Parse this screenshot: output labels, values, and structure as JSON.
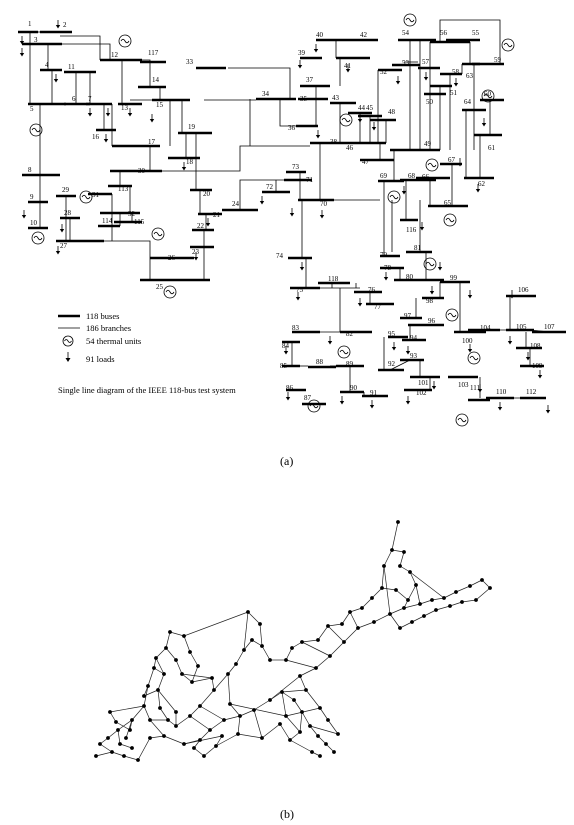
{
  "diagram": {
    "legend": {
      "buses": "118 buses",
      "branches": "186 branches",
      "thermal_units": "54 thermal units",
      "loads": "91 loads"
    },
    "title": "Single line diagram of the IEEE 118-bus test system",
    "caption_a": "(a)",
    "caption_b": "(b)",
    "bus_labels": [
      {
        "id": "1"
      },
      {
        "id": "2"
      },
      {
        "id": "3"
      },
      {
        "id": "4"
      },
      {
        "id": "5"
      },
      {
        "id": "6"
      },
      {
        "id": "7"
      },
      {
        "id": "8"
      },
      {
        "id": "9"
      },
      {
        "id": "10"
      },
      {
        "id": "11"
      },
      {
        "id": "12"
      },
      {
        "id": "13"
      },
      {
        "id": "14"
      },
      {
        "id": "15"
      },
      {
        "id": "16"
      },
      {
        "id": "17"
      },
      {
        "id": "18"
      },
      {
        "id": "19"
      },
      {
        "id": "20"
      },
      {
        "id": "21"
      },
      {
        "id": "22"
      },
      {
        "id": "23"
      },
      {
        "id": "24"
      },
      {
        "id": "25"
      },
      {
        "id": "26"
      },
      {
        "id": "27"
      },
      {
        "id": "28"
      },
      {
        "id": "29"
      },
      {
        "id": "30"
      },
      {
        "id": "31"
      },
      {
        "id": "32"
      },
      {
        "id": "33"
      },
      {
        "id": "34"
      },
      {
        "id": "35"
      },
      {
        "id": "36"
      },
      {
        "id": "37"
      },
      {
        "id": "38"
      },
      {
        "id": "39"
      },
      {
        "id": "40"
      },
      {
        "id": "41"
      },
      {
        "id": "42"
      },
      {
        "id": "43"
      },
      {
        "id": "44"
      },
      {
        "id": "45"
      },
      {
        "id": "46"
      },
      {
        "id": "47"
      },
      {
        "id": "48"
      },
      {
        "id": "49"
      },
      {
        "id": "50"
      },
      {
        "id": "51"
      },
      {
        "id": "52"
      },
      {
        "id": "53"
      },
      {
        "id": "54"
      },
      {
        "id": "55"
      },
      {
        "id": "56"
      },
      {
        "id": "57"
      },
      {
        "id": "58"
      },
      {
        "id": "59"
      },
      {
        "id": "60"
      },
      {
        "id": "61"
      },
      {
        "id": "62"
      },
      {
        "id": "63"
      },
      {
        "id": "64"
      },
      {
        "id": "65"
      },
      {
        "id": "66"
      },
      {
        "id": "67"
      },
      {
        "id": "68"
      },
      {
        "id": "69"
      },
      {
        "id": "70"
      },
      {
        "id": "71"
      },
      {
        "id": "72"
      },
      {
        "id": "73"
      },
      {
        "id": "74"
      },
      {
        "id": "75"
      },
      {
        "id": "76"
      },
      {
        "id": "77"
      },
      {
        "id": "78"
      },
      {
        "id": "79"
      },
      {
        "id": "80"
      },
      {
        "id": "81"
      },
      {
        "id": "82"
      },
      {
        "id": "83"
      },
      {
        "id": "84"
      },
      {
        "id": "85"
      },
      {
        "id": "86"
      },
      {
        "id": "87"
      },
      {
        "id": "88"
      },
      {
        "id": "89"
      },
      {
        "id": "90"
      },
      {
        "id": "91"
      },
      {
        "id": "92"
      },
      {
        "id": "93"
      },
      {
        "id": "94"
      },
      {
        "id": "95"
      },
      {
        "id": "96"
      },
      {
        "id": "97"
      },
      {
        "id": "98"
      },
      {
        "id": "99"
      },
      {
        "id": "100"
      },
      {
        "id": "101"
      },
      {
        "id": "102"
      },
      {
        "id": "103"
      },
      {
        "id": "104"
      },
      {
        "id": "105"
      },
      {
        "id": "106"
      },
      {
        "id": "107"
      },
      {
        "id": "108"
      },
      {
        "id": "109"
      },
      {
        "id": "110"
      },
      {
        "id": "111"
      },
      {
        "id": "112"
      },
      {
        "id": "113"
      },
      {
        "id": "114"
      },
      {
        "id": "115"
      },
      {
        "id": "116"
      },
      {
        "id": "117"
      },
      {
        "id": "118"
      }
    ]
  }
}
